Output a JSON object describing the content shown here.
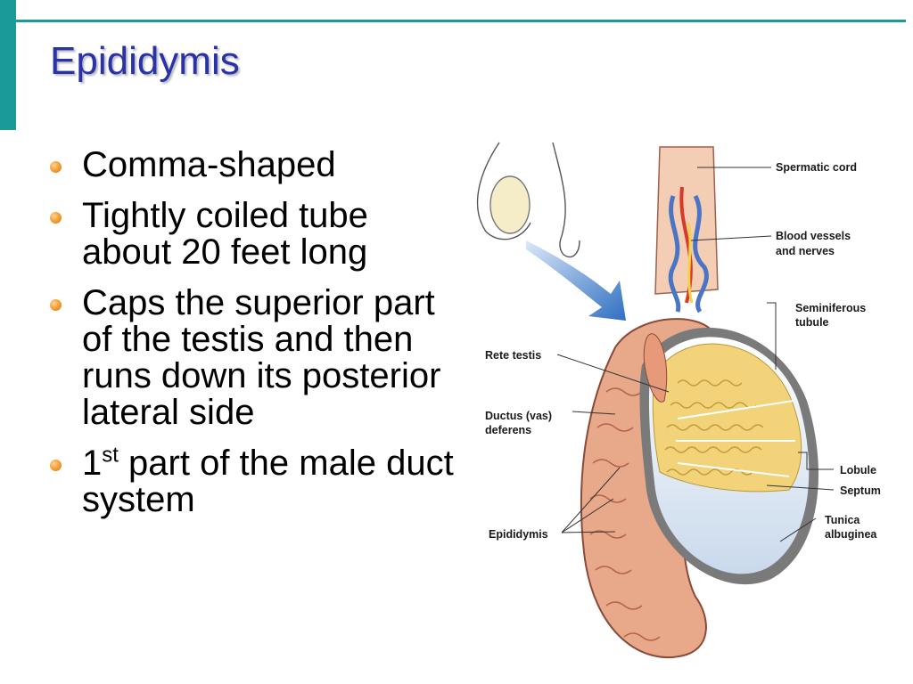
{
  "slide": {
    "title": "Epididymis",
    "bullets": [
      {
        "text": "Comma-shaped"
      },
      {
        "text": "Tightly coiled tube about 20 feet long"
      },
      {
        "text": "Caps the superior part of the testis and then runs down its posterior lateral side"
      },
      {
        "prefix": "1",
        "sup": "st",
        "text": " part of the male duct system"
      }
    ]
  },
  "figure": {
    "labels": {
      "spermatic_cord": "Spermatic cord",
      "blood_vessels_1": "Blood vessels",
      "blood_vessels_2": "and nerves",
      "seminiferous_1": "Seminiferous",
      "seminiferous_2": "tubule",
      "rete_testis": "Rete testis",
      "ductus_1": "Ductus (vas)",
      "ductus_2": "deferens",
      "lobule": "Lobule",
      "septum": "Septum",
      "tunica_1": "Tunica",
      "tunica_2": "albuginea",
      "epididymis": "Epididymis"
    }
  },
  "colors": {
    "accent": "#1a9a99",
    "title": "#2a32a8",
    "bullet": "#f5a33a",
    "tissue": "#e8a88a",
    "tubule": "#f2d37a",
    "vein": "#4a74c4",
    "artery": "#d83a2a",
    "tunica": "#dfe9f4"
  }
}
